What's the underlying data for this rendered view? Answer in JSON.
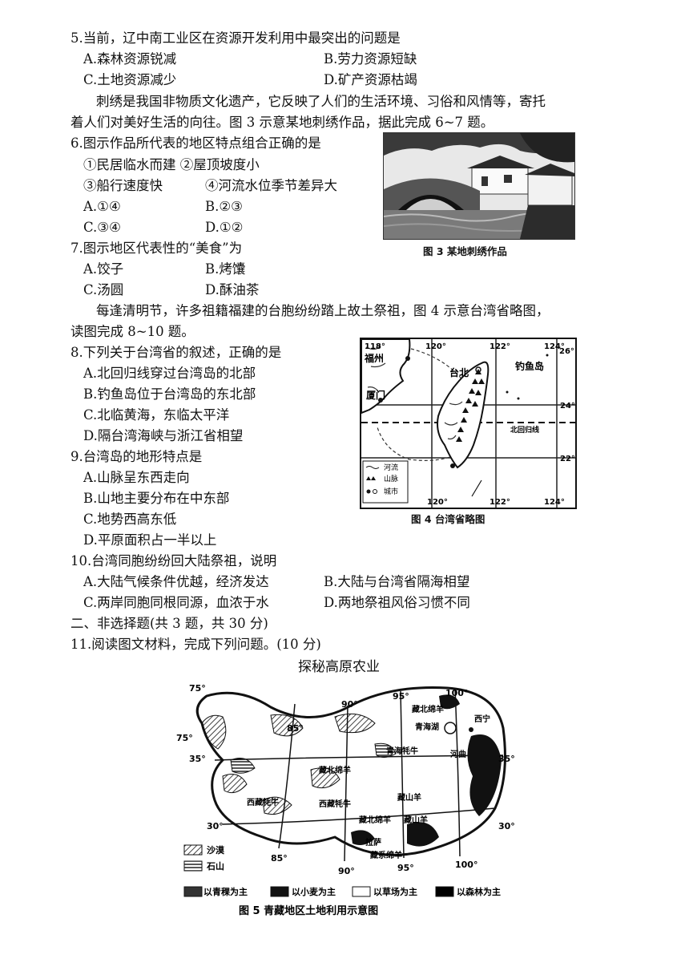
{
  "q5": {
    "stem": "5.当前，辽中南工业区在资源开发利用中最突出的问题是",
    "options": [
      "A.森林资源锐减",
      "B.劳力资源短缺",
      "C.土地资源减少",
      "D.矿产资源枯竭"
    ]
  },
  "intro67": {
    "line1": "刺绣是我国非物质文化遗产，它反映了人们的生活环境、习俗和风情等，寄托",
    "line2": "着人们对美好生活的向往。图 3 示意某地刺绣作品，据此完成 6~7 题。"
  },
  "q6": {
    "stem": "6.图示作品所代表的地区特点组合正确的是",
    "items": [
      "①民居临水而建 ②屋顶坡度小",
      "③船行速度快",
      "④河流水位季节差异大"
    ],
    "options": [
      "A.①④",
      "B.②③",
      "C.③④",
      "D.①②"
    ]
  },
  "fig3": {
    "caption": "图 3  某地刺绣作品"
  },
  "q7": {
    "stem": "7.图示地区代表性的“美食”为",
    "options": [
      "A.饺子",
      "B.烤馕",
      "C.汤圆",
      "D.酥油茶"
    ]
  },
  "intro810": {
    "line1": "每逢清明节，许多祖籍福建的台胞纷纷踏上故土祭祖，图 4 示意台湾省略图，",
    "line2": "读图完成 8~10 题。"
  },
  "q8": {
    "stem": "8.下列关于台湾省的叙述，正确的是",
    "options": [
      "A.北回归线穿过台湾岛的北部",
      "B.钓鱼岛位于台湾岛的东北部",
      "C.北临黄海，东临太平洋",
      "D.隔台湾海峡与浙江省相望"
    ]
  },
  "fig4": {
    "caption": "图 4   台湾省略图",
    "lon_top": [
      "118°",
      "120°",
      "122°",
      "124°"
    ],
    "lon_bottom": [
      "120°",
      "122°",
      "124°"
    ],
    "lat": [
      "26°",
      "24°",
      "22°"
    ],
    "places": {
      "fuzhou": "福州",
      "xiamen": "厦门",
      "taibei": "台北",
      "diaoyu": "钓鱼岛",
      "tropic": "北回归线"
    },
    "legend": [
      "河流",
      "山脉",
      "城市"
    ]
  },
  "q9": {
    "stem": "9.台湾岛的地形特点是",
    "options": [
      "A.山脉呈东西走向",
      "B.山地主要分布在中东部",
      "C.地势西高东低",
      "D.平原面积占一半以上"
    ]
  },
  "q10": {
    "stem": "10.台湾同胞纷纷回大陆祭祖，说明",
    "options": [
      "A.大陆气候条件优越，经济发达",
      "B.大陆与台湾省隔海相望",
      "C.两岸同胞同根同源，血浓于水",
      "D.两地祭祖风俗习惯不同"
    ]
  },
  "section2": "二、非选择题(共 3 题，共 30 分)",
  "q11": {
    "stem": "11.阅读图文材料，完成下列问题。(10 分)",
    "title": "探秘高原农业"
  },
  "fig5": {
    "caption": "图 5   青藏地区土地利用示意图",
    "lon_top": [
      "75°",
      "85°",
      "90°",
      "95°",
      "100°"
    ],
    "lon_bottom": [
      "85°",
      "90°",
      "95°",
      "100°"
    ],
    "lat_left": [
      "75°",
      "35°",
      "30°"
    ],
    "lat_right": [
      "35°",
      "30°"
    ],
    "labels": [
      "藏北绵羊",
      "青海湖",
      "西宁",
      "青海牦牛",
      "河曲",
      "藏北绵羊",
      "西藏牦牛",
      "藏山羊",
      "西藏牦牛",
      "藏北绵羊",
      "藏山羊",
      "拉萨",
      "藏系绵羊"
    ],
    "legend_top": [
      "沙漠",
      "石山"
    ],
    "legend_bottom": [
      "以青稞为主",
      "以小麦为主",
      "以草场为主",
      "以森林为主"
    ]
  }
}
